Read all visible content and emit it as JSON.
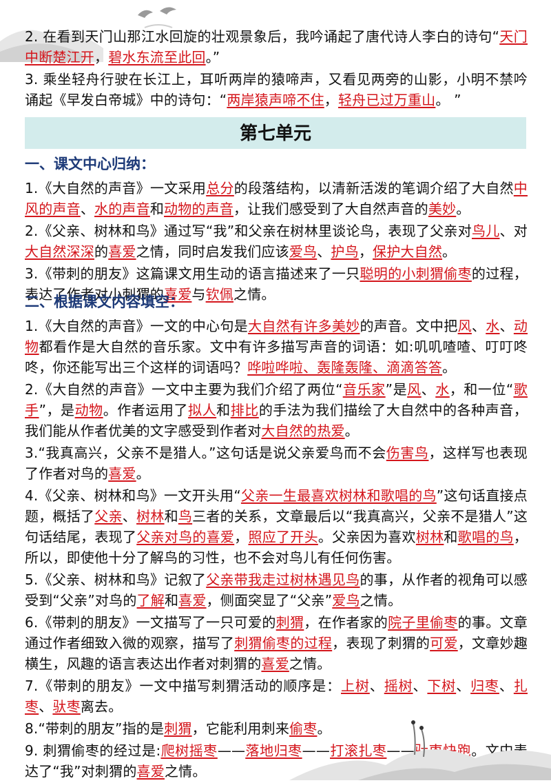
{
  "top_block": [
    {
      "id": "p2",
      "parts": [
        {
          "t": "2. 在看到天门山那江水回旋的壮观景象后，我吟诵起了唐代诗人李白的诗句“"
        },
        {
          "t": "天门中断楚江开",
          "r": true
        },
        {
          "t": "，"
        },
        {
          "t": "碧水东流至此回",
          "r": true
        },
        {
          "t": "。”"
        }
      ]
    },
    {
      "id": "p3",
      "parts": [
        {
          "t": "3. 乘坐轻舟行驶在长江上，耳听两岸的猿啼声，又看见两旁的山影，小明不禁吟诵起《早发白帝城》中的诗句：“"
        },
        {
          "t": "两岸猿声啼不住",
          "r": true
        },
        {
          "t": "，"
        },
        {
          "t": "轻舟已过万重山",
          "r": true
        },
        {
          "t": "。 ”"
        }
      ]
    }
  ],
  "unit_title": "第七单元",
  "section1": {
    "heading": "一、课文中心归纳：",
    "paras": [
      {
        "id": "s1p1",
        "parts": [
          {
            "t": "1.《大自然的声音》一文采用"
          },
          {
            "t": "总分",
            "r": true
          },
          {
            "t": "的段落结构，以清新活泼的笔调介绍了大自然"
          },
          {
            "t": "中风的声音",
            "r": true
          },
          {
            "t": "、"
          },
          {
            "t": "水的声音",
            "r": true
          },
          {
            "t": "和"
          },
          {
            "t": "动物的声音",
            "r": true
          },
          {
            "t": "，让我们感受到了大自然声音的"
          },
          {
            "t": "美妙",
            "r": true
          },
          {
            "t": "。"
          }
        ]
      },
      {
        "id": "s1p2",
        "parts": [
          {
            "t": "2.《父亲、树林和鸟》通过写“我”和父亲在树林里谈论鸟，表现了父亲对"
          },
          {
            "t": "鸟儿",
            "r": true
          },
          {
            "t": "、对"
          },
          {
            "t": "大自然深深",
            "r": true
          },
          {
            "t": "的"
          },
          {
            "t": "喜爱",
            "r": true
          },
          {
            "t": "之情，同时启发我们应该"
          },
          {
            "t": "爱鸟",
            "r": true
          },
          {
            "t": "、"
          },
          {
            "t": "护鸟",
            "r": true
          },
          {
            "t": "，"
          },
          {
            "t": "保护大自然",
            "r": true
          },
          {
            "t": "。"
          }
        ]
      },
      {
        "id": "s1p3",
        "parts": [
          {
            "t": "3.《带刺的朋友》这篇课文用生动的语言描述来了一只"
          },
          {
            "t": "聪明的小刺猬偷枣",
            "r": true
          },
          {
            "t": "的过程，表达了作者对小刺猬的"
          },
          {
            "t": "喜爱",
            "r": true
          },
          {
            "t": "与"
          },
          {
            "t": "钦佩",
            "r": true
          },
          {
            "t": "之情。"
          }
        ]
      }
    ]
  },
  "section2": {
    "heading": "二、根据课文内容填空：",
    "paras": [
      {
        "id": "s2p1",
        "parts": [
          {
            "t": "1.《大自然的声音》一文的中心句是"
          },
          {
            "t": "大自然有许多美妙",
            "r": true
          },
          {
            "t": "的声音。文中把"
          },
          {
            "t": "风",
            "r": true
          },
          {
            "t": "、"
          },
          {
            "t": "水",
            "r": true
          },
          {
            "t": "、"
          },
          {
            "t": "动物",
            "r": true
          },
          {
            "t": "都看作是大自然的音乐家。文中有许多描写声音的词语：如:叽叽喳喳、叮叮咚咚，你还能写出三个这样的词语吗？"
          },
          {
            "t": "哗啦哗啦、轰隆轰隆、滴滴答答",
            "r": true
          },
          {
            "t": "。"
          }
        ]
      },
      {
        "id": "s2p2",
        "parts": [
          {
            "t": "2.《大自然的声音》一文中主要为我们介绍了两位“"
          },
          {
            "t": "音乐家",
            "r": true
          },
          {
            "t": "”是"
          },
          {
            "t": "风",
            "r": true
          },
          {
            "t": "、"
          },
          {
            "t": "水",
            "r": true
          },
          {
            "t": "，和一位“"
          },
          {
            "t": "歌手",
            "r": true
          },
          {
            "t": "”，是"
          },
          {
            "t": "动物",
            "r": true
          },
          {
            "t": "。作者运用了"
          },
          {
            "t": "拟人",
            "r": true
          },
          {
            "t": "和"
          },
          {
            "t": "排比",
            "r": true
          },
          {
            "t": "的手法为我们描绘了大自然中的各种声音，我们能从作者优美的文字感受到作者对"
          },
          {
            "t": "大自然的热爱",
            "r": true
          },
          {
            "t": "。"
          }
        ]
      },
      {
        "id": "s2p3",
        "parts": [
          {
            "t": "3.“我真高兴，父亲不是猎人。”这句话是说父亲爱鸟而不会"
          },
          {
            "t": "伤害鸟",
            "r": true
          },
          {
            "t": "，这样写也表现了作者对鸟的"
          },
          {
            "t": "喜爱",
            "r": true
          },
          {
            "t": "。"
          }
        ]
      },
      {
        "id": "s2p4",
        "parts": [
          {
            "t": "4.《父亲、树林和鸟》一文开头用“"
          },
          {
            "t": "父亲一生最喜欢树林和歌唱的鸟",
            "r": true
          },
          {
            "t": "”这句话直接点题，概括了"
          },
          {
            "t": "父亲",
            "r": true
          },
          {
            "t": "、"
          },
          {
            "t": "树林",
            "r": true
          },
          {
            "t": "和"
          },
          {
            "t": "鸟",
            "r": true
          },
          {
            "t": "三者的关系，文章最后以“我真高兴，父亲不是猎人”这句话结尾，表现了"
          },
          {
            "t": "父亲对鸟的喜爱",
            "r": true
          },
          {
            "t": "，"
          },
          {
            "t": "照应了开头",
            "r": true
          },
          {
            "t": "。父亲因为喜欢"
          },
          {
            "t": "树林",
            "r": true
          },
          {
            "t": "和"
          },
          {
            "t": "歌唱的鸟",
            "r": true
          },
          {
            "t": "，所以，即使他十分了解鸟的习性，也不会对鸟儿有任何伤害。"
          }
        ]
      },
      {
        "id": "s2p5",
        "parts": [
          {
            "t": "5.《父亲、树林和鸟》记叙了"
          },
          {
            "t": "父亲带我走过树林遇见鸟",
            "r": true
          },
          {
            "t": "的事，从作者的视角可以感受到“父亲”对鸟的"
          },
          {
            "t": "了解",
            "r": true
          },
          {
            "t": "和"
          },
          {
            "t": "喜爱",
            "r": true
          },
          {
            "t": "，侧面突显了“父亲”"
          },
          {
            "t": "爱鸟",
            "r": true
          },
          {
            "t": "之情。"
          }
        ]
      },
      {
        "id": "s2p6",
        "parts": [
          {
            "t": "6.《带刺的朋友》一文描写了一只可爱的"
          },
          {
            "t": "刺猬",
            "r": true
          },
          {
            "t": "，在作者家的"
          },
          {
            "t": "院子里偷枣",
            "r": true
          },
          {
            "t": "的事。文章通过作者细致入微的观察，描写了"
          },
          {
            "t": "刺猬偷枣的过程",
            "r": true
          },
          {
            "t": "，表现了刺猬的"
          },
          {
            "t": "可爱",
            "r": true
          },
          {
            "t": "，文章妙趣横生，风趣的语言表达出作者对刺猬的"
          },
          {
            "t": "喜爱",
            "r": true
          },
          {
            "t": "之情。"
          }
        ]
      },
      {
        "id": "s2p7",
        "parts": [
          {
            "t": "7.《带刺的朋友》一文中描写刺猬活动的顺序是："
          },
          {
            "t": "上树",
            "r": true
          },
          {
            "t": "、"
          },
          {
            "t": "摇树",
            "r": true
          },
          {
            "t": "、"
          },
          {
            "t": "下树",
            "r": true
          },
          {
            "t": "、"
          },
          {
            "t": "归枣",
            "r": true
          },
          {
            "t": "、"
          },
          {
            "t": "扎枣",
            "r": true
          },
          {
            "t": "、"
          },
          {
            "t": "驮枣",
            "r": true
          },
          {
            "t": "离去。"
          }
        ]
      },
      {
        "id": "s2p8",
        "parts": [
          {
            "t": "8.“带刺的朋友”指的是"
          },
          {
            "t": "刺猬",
            "r": true
          },
          {
            "t": "，它能利用刺来"
          },
          {
            "t": "偷枣",
            "r": true
          },
          {
            "t": "。"
          }
        ]
      },
      {
        "id": "s2p9",
        "parts": [
          {
            "t": "9. 刺猬偷枣的经过是:"
          },
          {
            "t": "爬树摇枣",
            "r": true
          },
          {
            "t": "——"
          },
          {
            "t": "落地归枣",
            "r": true
          },
          {
            "t": "——"
          },
          {
            "t": "打滚扎枣",
            "r": true
          },
          {
            "t": "——"
          },
          {
            "t": "驮枣快跑",
            "r": true
          },
          {
            "t": "。文中表达了“我”对刺猬的"
          },
          {
            "t": "喜爱",
            "r": true
          },
          {
            "t": "之情。"
          }
        ]
      }
    ]
  }
}
